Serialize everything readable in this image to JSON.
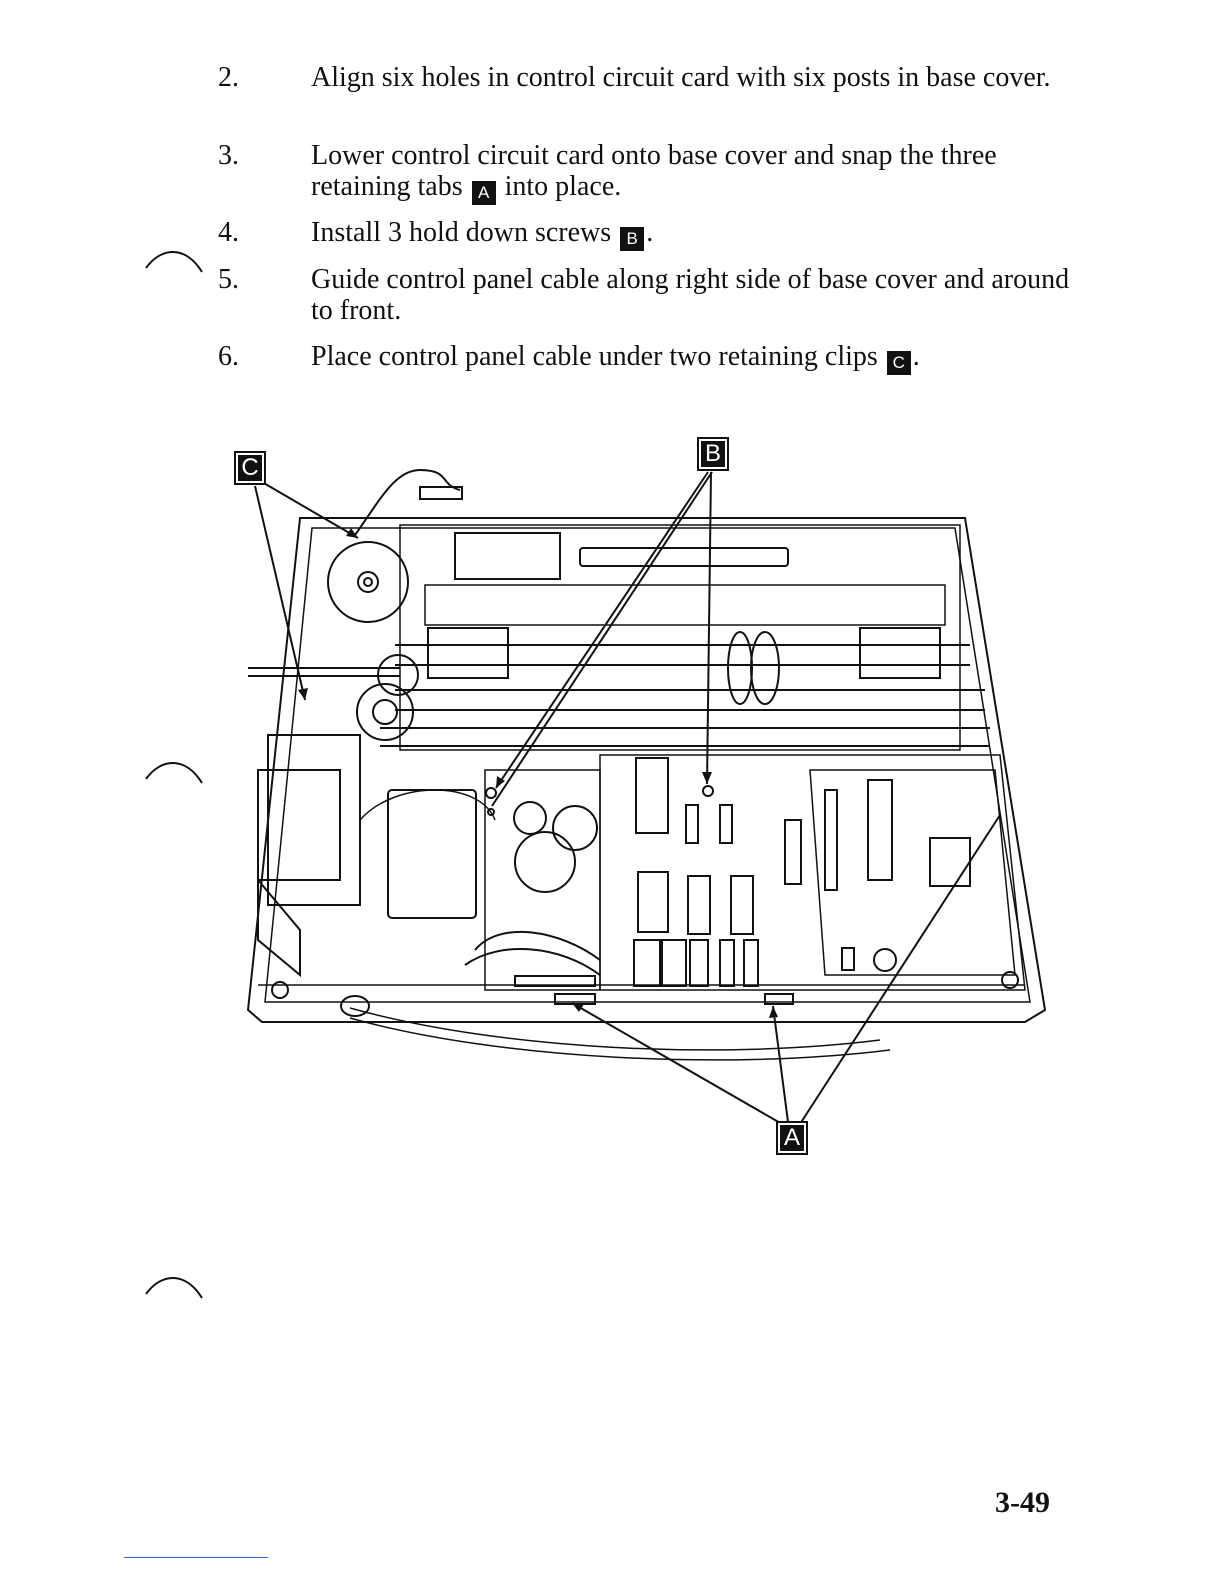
{
  "steps": [
    {
      "number": "2.",
      "text": "Align six holes in control circuit card with six posts in base cover."
    },
    {
      "number": "3.",
      "text_before": "Lower control circuit card onto base cover and snap the three retaining tabs",
      "callout": "A",
      "text_after": "into place."
    },
    {
      "number": "4.",
      "text_before": "Install 3 hold down screws",
      "callout": "B",
      "text_after": "."
    },
    {
      "number": "5.",
      "text": "Guide control panel cable along right side of base cover and around to front."
    },
    {
      "number": "6.",
      "text_before": "Place control panel cable under two retaining clips",
      "callout": "C",
      "text_after": "."
    }
  ],
  "figure": {
    "labels": {
      "a": "A",
      "b": "B",
      "c": "C"
    }
  },
  "page_number": "3-49"
}
